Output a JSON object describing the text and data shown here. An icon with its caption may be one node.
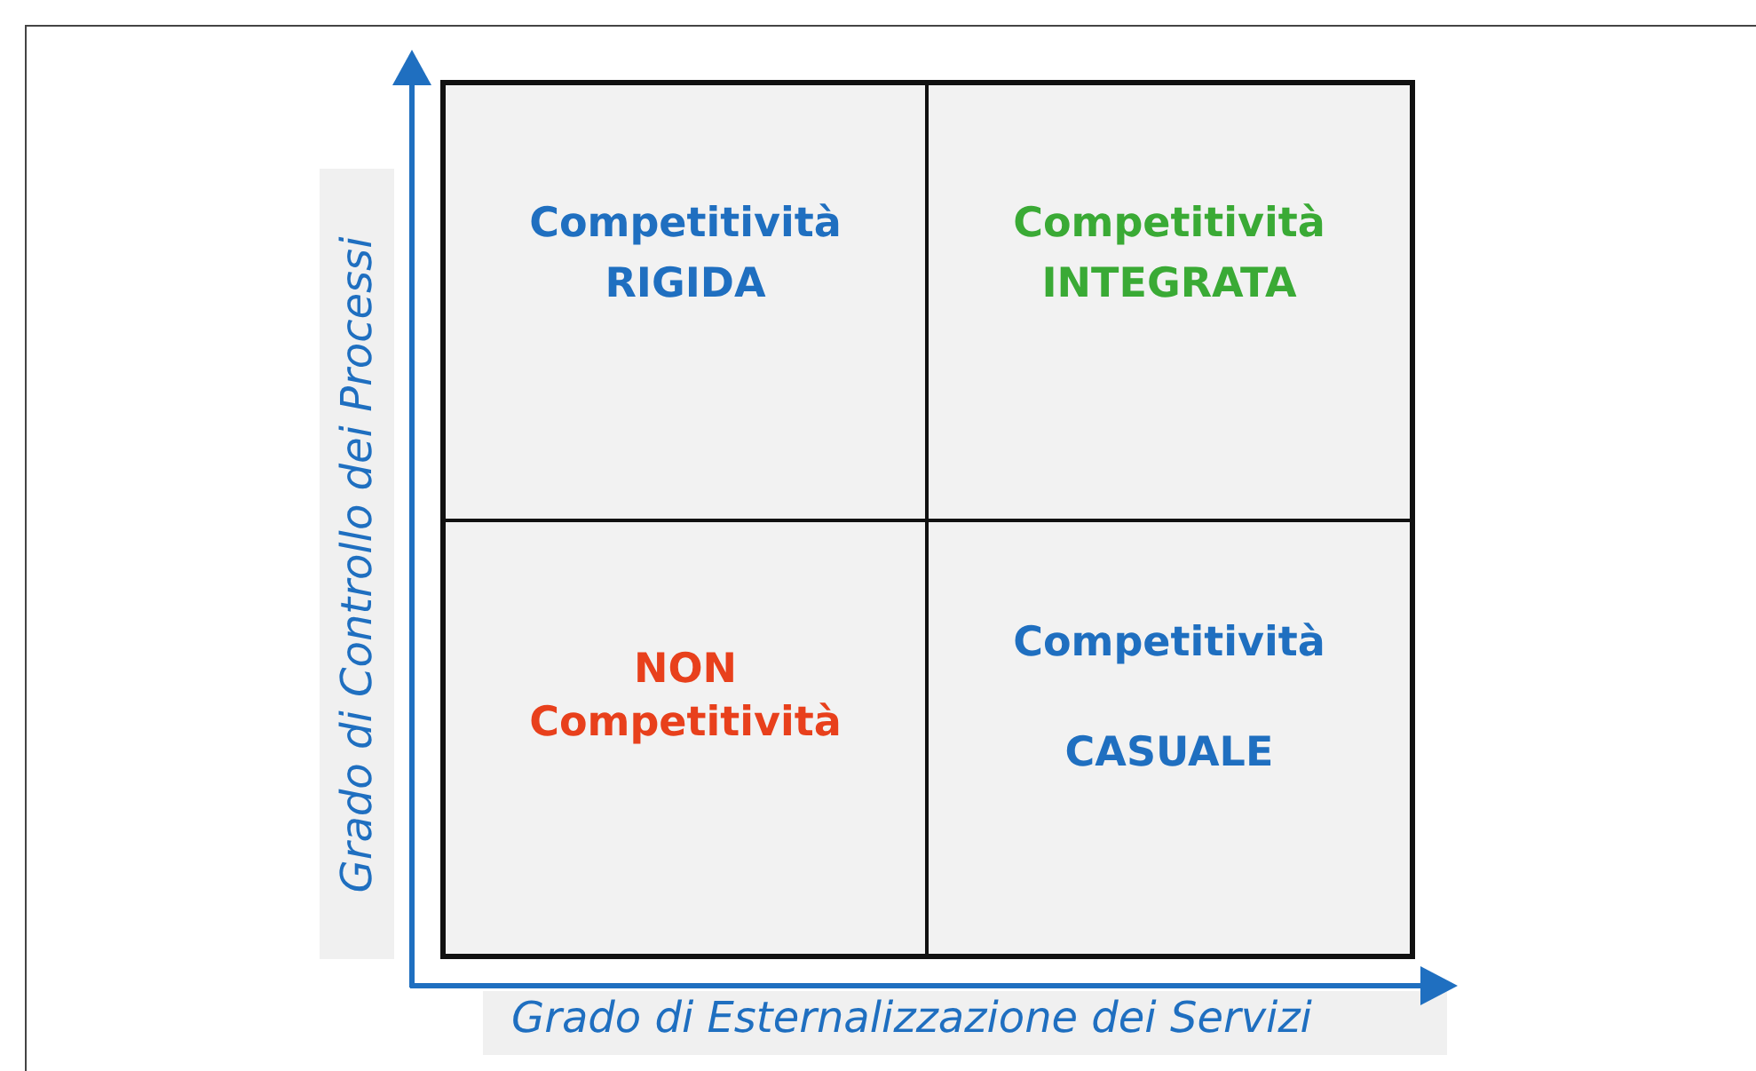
{
  "diagram": {
    "nodes": [
      {
        "text": [
          "Competitività",
          "RIGIDA"
        ]
      },
      {
        "text": [
          "Competitività",
          "INTEGRATA"
        ]
      },
      {
        "text": [
          "NON",
          "Competitività"
        ]
      },
      {
        "text": [
          "Competitività",
          "CASUALE"
        ]
      }
    ],
    "labels": [
      "Grado di Controllo dei Processi",
      "Grado di Esternalizzazione dei Servizi"
    ]
  }
}
